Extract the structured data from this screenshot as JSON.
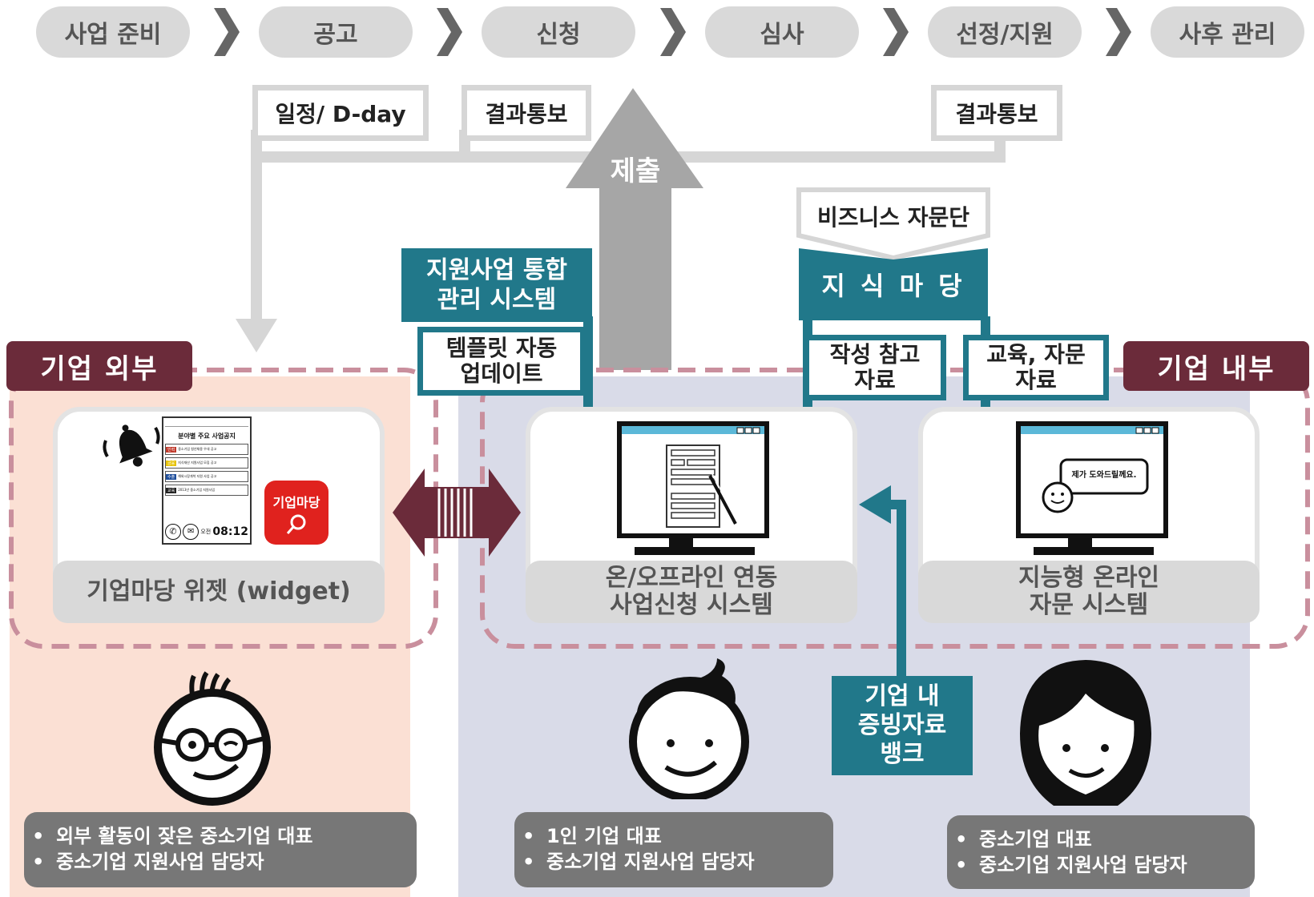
{
  "process_steps": [
    "사업 준비",
    "공고",
    "신청",
    "심사",
    "선정/지원",
    "사후 관리"
  ],
  "notices": {
    "schedule": "일정/ D-day",
    "result1": "결과통보",
    "result2": "결과통보"
  },
  "submit_label": "제출",
  "advisory_board": "비즈니스 자문단",
  "knowledge": {
    "title": "지 식 마 당",
    "ref_material": [
      "작성 참고",
      "자료"
    ],
    "edu_material": [
      "교육, 자문",
      "자료"
    ]
  },
  "integrated_system": {
    "title": [
      "지원사업 통합",
      "관리 시스템"
    ],
    "template_update": [
      "템플릿 자동",
      "업데이트"
    ]
  },
  "zones": {
    "external": "기업 외부",
    "internal": "기업 내부"
  },
  "widget": {
    "label": "기업마당 위젯 (widget)",
    "app_icon_text": "기업마당",
    "phone": {
      "header": "분야별 주요 사업공지",
      "rows": [
        {
          "tag": "인력",
          "text": "중소기업 청년채용 우대 공고"
        },
        {
          "tag": "금융",
          "text": "지식재산 지원사업 모집 공고"
        },
        {
          "tag": "수출",
          "text": "해외시장개척 지원 사업 공고"
        },
        {
          "tag": "교육",
          "text": "2013년 중소기업 지원사업"
        }
      ],
      "time_label": "오전",
      "time": "08:12"
    }
  },
  "systems": {
    "application": [
      "온/오프라인 연동",
      "사업신청 시스템"
    ],
    "advisory": [
      "지능형 온라인",
      "자문 시스템"
    ],
    "speech_bubble": "제가 도와드릴께요."
  },
  "evidence_bank": [
    "기업 내",
    "증빙자료",
    "뱅크"
  ],
  "personas": [
    {
      "lines": [
        "외부 활동이 잦은 중소기업 대표",
        "중소기업 지원사업 담당자"
      ]
    },
    {
      "lines": [
        "1인 기업 대표",
        "중소기업 지원사업 담당자"
      ]
    },
    {
      "lines": [
        "중소기업 대표",
        "중소기업 지원사업 담당자"
      ]
    }
  ],
  "colors": {
    "teal": "#21788a",
    "maroon": "#6b2b3a",
    "external_bg": "#fbe0d4",
    "internal_bg": "#d9dbe8",
    "pill": "#d9d9d9"
  }
}
